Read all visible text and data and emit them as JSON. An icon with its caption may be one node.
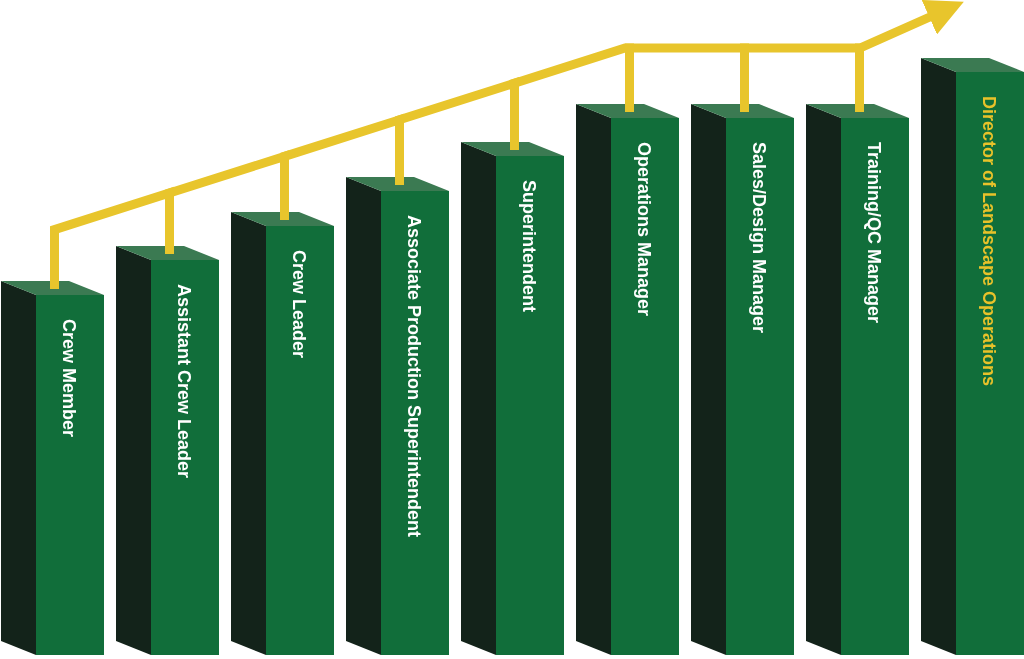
{
  "diagram": {
    "nodes": [
      {
        "text": [
          "Crew Member"
        ]
      },
      {
        "text": [
          "Assistant Crew Leader"
        ]
      },
      {
        "text": [
          "Crew Leader"
        ]
      },
      {
        "text": [
          "Associate Production Superintendent"
        ]
      },
      {
        "text": [
          "Superintendent"
        ]
      },
      {
        "text": [
          "Operations Manager"
        ]
      },
      {
        "text": [
          "Sales/Design Manager"
        ]
      },
      {
        "text": [
          "Training/QC Manager"
        ]
      },
      {
        "text": [
          "Director of Landscape Operations"
        ]
      }
    ],
    "edges": [
      {
        "from": 0,
        "to": 1,
        "arrow": "none"
      },
      {
        "from": 1,
        "to": 2,
        "arrow": "none"
      },
      {
        "from": 2,
        "to": 3,
        "arrow": "none"
      },
      {
        "from": 3,
        "to": 4,
        "arrow": "none"
      },
      {
        "from": 4,
        "to": 5,
        "arrow": "none"
      },
      {
        "from": 5,
        "to": 6,
        "arrow": "none"
      },
      {
        "from": 6,
        "to": 7,
        "arrow": "none"
      },
      {
        "from": 7,
        "to": null,
        "arrow": "to"
      }
    ]
  }
}
